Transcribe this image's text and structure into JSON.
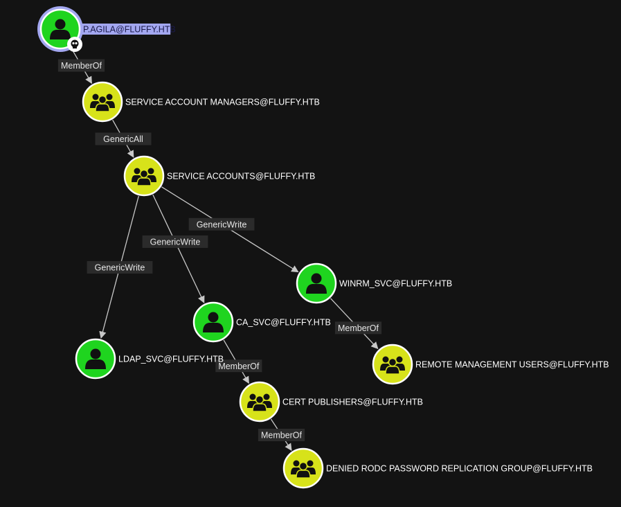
{
  "colors": {
    "background": "#131313",
    "user_fill": "#1fd41f",
    "group_fill": "#d7e21a",
    "node_border": "#ffffff",
    "selected_ring": "#a3a7f0",
    "icon": "#111111",
    "edge": "#c8c8c8"
  },
  "nodes": [
    {
      "id": "pagila",
      "kind": "user",
      "label": "P.AGILA@FLUFFY.HTB",
      "selected": true,
      "owned_badge": "skull-icon"
    },
    {
      "id": "sam",
      "kind": "group",
      "label": "SERVICE ACCOUNT MANAGERS@FLUFFY.HTB"
    },
    {
      "id": "sa",
      "kind": "group",
      "label": "SERVICE ACCOUNTS@FLUFFY.HTB"
    },
    {
      "id": "winrm",
      "kind": "user",
      "label": "WINRM_SVC@FLUFFY.HTB"
    },
    {
      "id": "ca",
      "kind": "user",
      "label": "CA_SVC@FLUFFY.HTB"
    },
    {
      "id": "ldap",
      "kind": "user",
      "label": "LDAP_SVC@FLUFFY.HTB"
    },
    {
      "id": "rmu",
      "kind": "group",
      "label": "REMOTE MANAGEMENT USERS@FLUFFY.HTB"
    },
    {
      "id": "cp",
      "kind": "group",
      "label": "CERT PUBLISHERS@FLUFFY.HTB"
    },
    {
      "id": "drodc",
      "kind": "group",
      "label": "DENIED RODC PASSWORD REPLICATION GROUP@FLUFFY.HTB"
    }
  ],
  "edges": [
    {
      "from": "pagila",
      "to": "sam",
      "label": "MemberOf"
    },
    {
      "from": "sam",
      "to": "sa",
      "label": "GenericAll"
    },
    {
      "from": "sa",
      "to": "winrm",
      "label": "GenericWrite"
    },
    {
      "from": "sa",
      "to": "ca",
      "label": "GenericWrite"
    },
    {
      "from": "sa",
      "to": "ldap",
      "label": "GenericWrite"
    },
    {
      "from": "winrm",
      "to": "rmu",
      "label": "MemberOf"
    },
    {
      "from": "ca",
      "to": "cp",
      "label": "MemberOf"
    },
    {
      "from": "cp",
      "to": "drodc",
      "label": "MemberOf"
    }
  ]
}
